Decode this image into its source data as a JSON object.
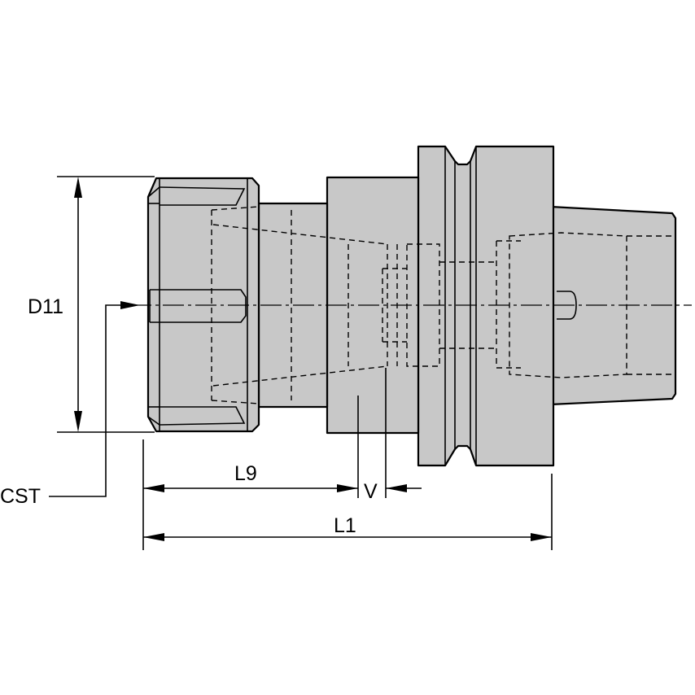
{
  "labels": {
    "d11": "D11",
    "cst": "CST",
    "l9": "L9",
    "v": "V",
    "l1": "L1"
  },
  "colors": {
    "body_fill": "#c8c8c8",
    "line": "#000000",
    "background": "#ffffff"
  }
}
